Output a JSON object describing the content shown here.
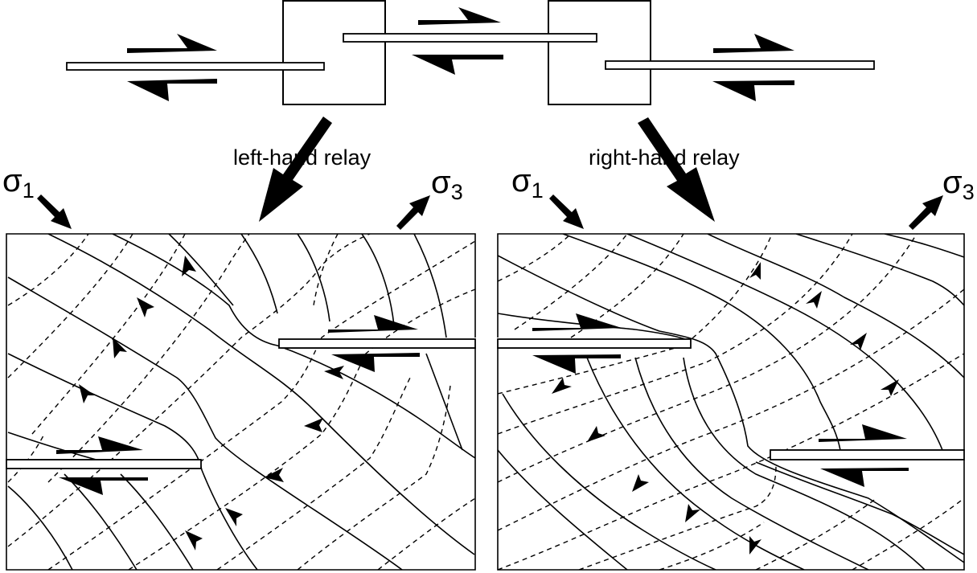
{
  "labels": {
    "left_relay": "left-hand relay",
    "right_relay": "right-hand relay",
    "sigma_symbol": "σ",
    "sigma1_sub": "1",
    "sigma3_sub": "3"
  },
  "colors": {
    "ink": "#000000",
    "paper": "#ffffff"
  }
}
